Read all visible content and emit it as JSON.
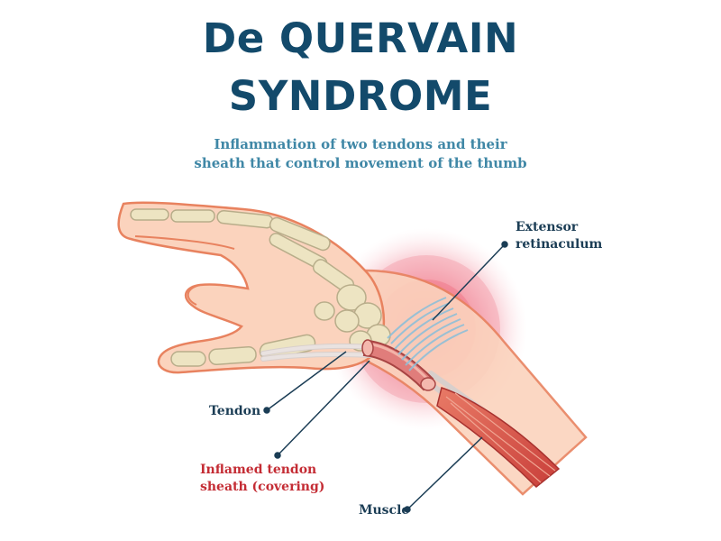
{
  "title": {
    "line1": "De QUERVAIN",
    "line2": "SYNDROME"
  },
  "subtitle": {
    "line1": "Inflammation of two tendons and their",
    "line2": "sheath that control movement of the thumb"
  },
  "labels": {
    "extensor_line1": "Extensor",
    "extensor_line2": "retinaculum",
    "tendon": "Tendon",
    "inflamed_line1": "Inflamed tendon",
    "inflamed_line2": "sheath (covering)",
    "muscle": "Muscle"
  },
  "colors": {
    "title": "#134a6b",
    "subtitle": "#3f87a6",
    "label": "#1b3d55",
    "inflamed_label": "#c42c34",
    "skin": "#fbd3bd",
    "skin_outline": "#e8825f",
    "bone": "#ede4c2",
    "muscle": "#d9544a",
    "inflammation": "#ee6477"
  }
}
